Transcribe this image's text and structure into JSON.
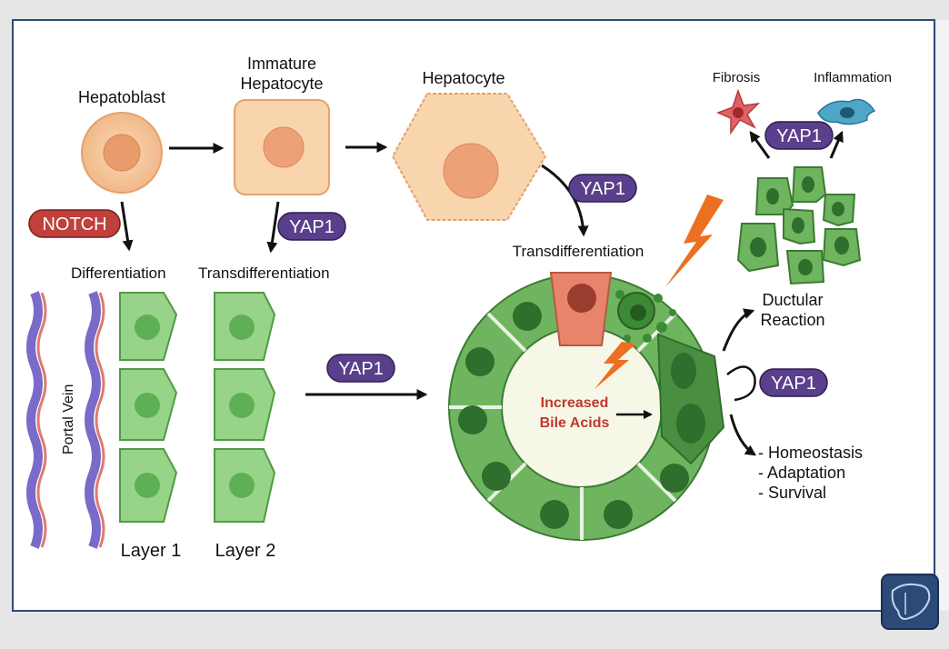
{
  "labels": {
    "hepatoblast": "Hepatoblast",
    "immature_line1": "Immature",
    "immature_line2": "Hepatocyte",
    "hepatocyte": "Hepatocyte",
    "differentiation": "Differentiation",
    "transdifferentiation_left": "Transdifferentiation",
    "transdifferentiation_right": "Transdifferentiation",
    "portal_vein": "Portal Vein",
    "layer1": "Layer 1",
    "layer2": "Layer 2",
    "fibrosis": "Fibrosis",
    "inflammation": "Inflammation",
    "ductular_line1": "Ductular",
    "ductular_line2": "Reaction",
    "increased_line1": "Increased",
    "increased_line2": "Bile  Acids",
    "outcome1": "- Homeostasis",
    "outcome2": "- Adaptation",
    "outcome3": "- Survival"
  },
  "pills": {
    "notch": "NOTCH",
    "yap_immature": "YAP1",
    "yap_hepatocyte": "YAP1",
    "yap_center": "YAP1",
    "yap_top_right": "YAP1",
    "yap_loop": "YAP1"
  },
  "colors": {
    "notch_fill": "#c0403b",
    "yap_fill": "#5a3f8c",
    "cell_green": "#6fb55f",
    "cell_dark_green": "#2f6e2c",
    "light_green": "#a6d79a",
    "hepatocyte_fill": "#f6d3a9",
    "lightning": "#ec6f22",
    "bile_acid_text": "#c0392b",
    "frame_border": "#2c4a78"
  },
  "icons": {
    "logo": "liver-icon"
  }
}
